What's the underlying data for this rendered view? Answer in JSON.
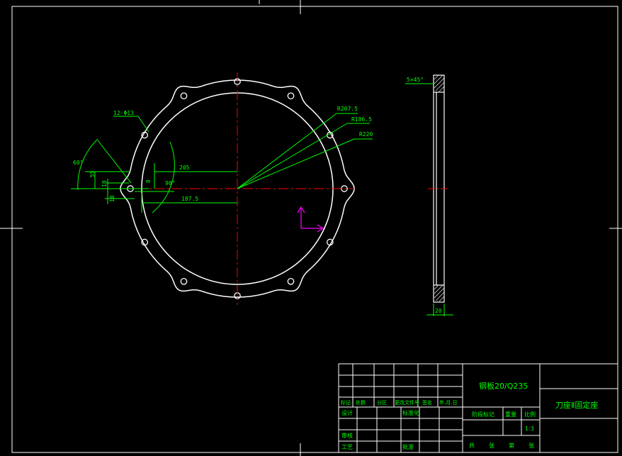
{
  "drawing": {
    "dimensions": {
      "r207": "R207.5",
      "r186": "R186.5",
      "r220": "R220",
      "holes": "12-Φ13",
      "d205": "205",
      "d187": "187.5",
      "angle90": "90°",
      "angle60": "60°",
      "d55": "55",
      "d10a": "10",
      "d10b": "10",
      "d8": "8"
    },
    "section": {
      "chamfer": "5×45°",
      "thickness": "20"
    }
  },
  "title_block": {
    "material": "钢板20/Q235",
    "part_name": "刀座Ⅱ固定座",
    "scale_header": "比例",
    "weight_header": "重量",
    "stage_mark_header": "阶段标记",
    "scale": "1:3",
    "row_labels": [
      "标记",
      "处数",
      "分区",
      "更改文件号",
      "签名",
      "年.月.日"
    ],
    "designer": "设计",
    "standardize": "标准化",
    "reviewer": "审核",
    "process": "工艺",
    "approve": "批准",
    "sheets": [
      "共",
      "张",
      "第",
      "张"
    ]
  },
  "colors": {
    "outline": "#ffffff",
    "dimension": "#00ff00",
    "centerline": "#ff0000",
    "ucs": "#ff00ff",
    "background": "#000000"
  }
}
